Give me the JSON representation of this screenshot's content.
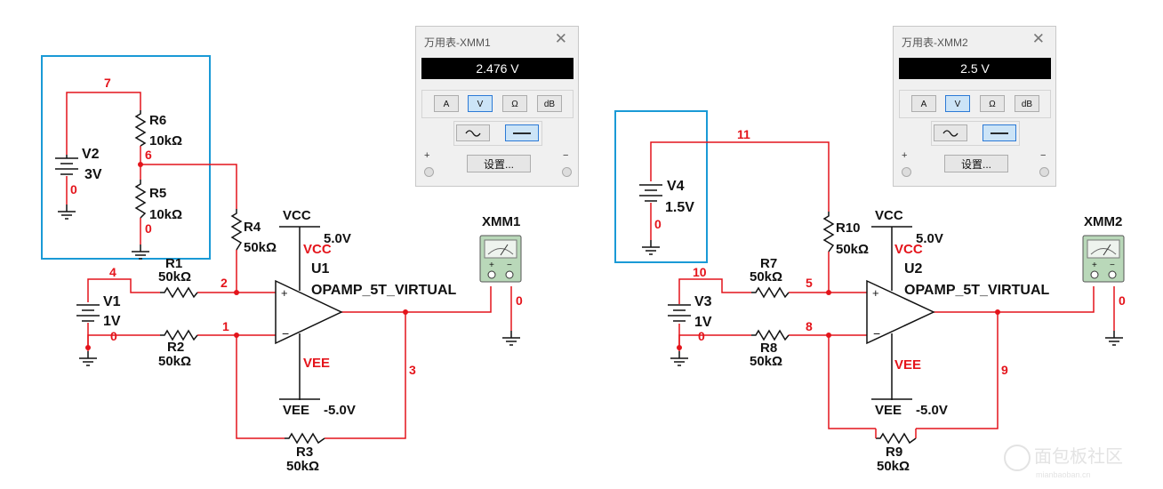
{
  "circuit1": {
    "v1": {
      "name": "V1",
      "value": "1V"
    },
    "v2": {
      "name": "V2",
      "value": "3V"
    },
    "r1": {
      "name": "R1",
      "value": "50kΩ"
    },
    "r2": {
      "name": "R2",
      "value": "50kΩ"
    },
    "r3": {
      "name": "R3",
      "value": "50kΩ"
    },
    "r4": {
      "name": "R4",
      "value": "50kΩ"
    },
    "r5": {
      "name": "R5",
      "value": "10kΩ"
    },
    "r6": {
      "name": "R6",
      "value": "10kΩ"
    },
    "u1": {
      "name": "U1",
      "model": "OPAMP_5T_VIRTUAL"
    },
    "vcc": {
      "label": "VCC",
      "value": "5.0V",
      "pin": "VCC"
    },
    "vee": {
      "label": "VEE",
      "value": "-5.0V",
      "pin": "VEE"
    },
    "meter": "XMM1",
    "nets": {
      "n7": "7",
      "n6": "6",
      "n0a": "0",
      "n0b": "0",
      "n4": "4",
      "n0c": "0",
      "n2": "2",
      "n1": "1",
      "n3": "3",
      "n0d": "0"
    }
  },
  "circuit2": {
    "v3": {
      "name": "V3",
      "value": "1V"
    },
    "v4": {
      "name": "V4",
      "value": "1.5V"
    },
    "r7": {
      "name": "R7",
      "value": "50kΩ"
    },
    "r8": {
      "name": "R8",
      "value": "50kΩ"
    },
    "r9": {
      "name": "R9",
      "value": "50kΩ"
    },
    "r10": {
      "name": "R10",
      "value": "50kΩ"
    },
    "u2": {
      "name": "U2",
      "model": "OPAMP_5T_VIRTUAL"
    },
    "vcc": {
      "label": "VCC",
      "value": "5.0V",
      "pin": "VCC"
    },
    "vee": {
      "label": "VEE",
      "value": "-5.0V",
      "pin": "VEE"
    },
    "meter": "XMM2",
    "nets": {
      "n11": "11",
      "n0a": "0",
      "n10": "10",
      "n0b": "0",
      "n5": "5",
      "n8": "8",
      "n9": "9",
      "n0c": "0"
    }
  },
  "multimeter1": {
    "title": "万用表-XMM1",
    "reading": "2.476 V",
    "buttons": [
      "A",
      "V",
      "Ω",
      "dB"
    ],
    "selected": "V",
    "mode": "DC",
    "settings_label": "设置...",
    "plus": "+",
    "minus": "−"
  },
  "multimeter2": {
    "title": "万用表-XMM2",
    "reading": "2.5 V",
    "buttons": [
      "A",
      "V",
      "Ω",
      "dB"
    ],
    "selected": "V",
    "mode": "DC",
    "settings_label": "设置...",
    "plus": "+",
    "minus": "−"
  },
  "colors": {
    "wire": "#e4141b",
    "box": "#1a9ad6",
    "component": "#111111",
    "meter_body": "#b9d8b9"
  },
  "watermark": {
    "text": "面包板社区",
    "sub": "mianbaoban.cn"
  }
}
